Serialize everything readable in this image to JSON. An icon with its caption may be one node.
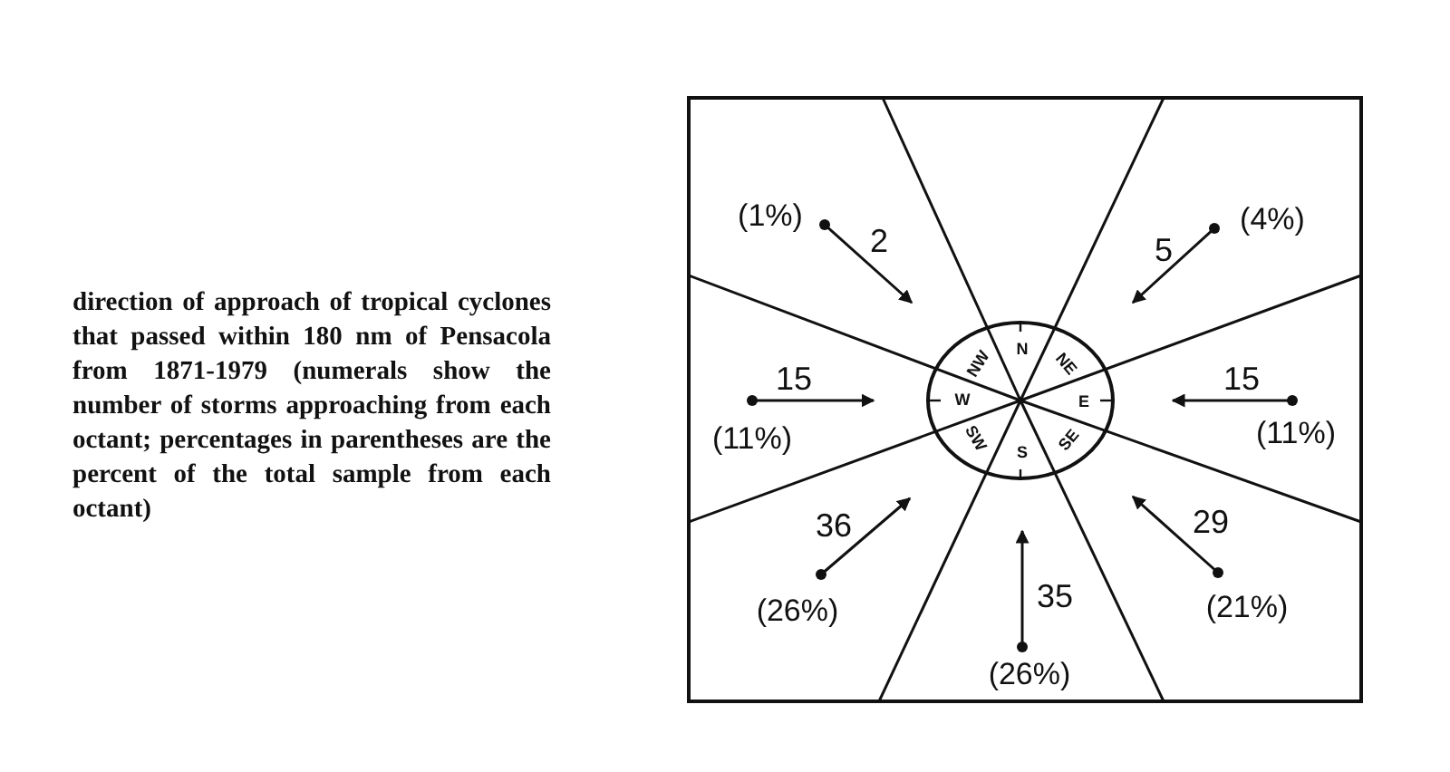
{
  "diagram": {
    "caption": "direction of approach of tropical cyclones that passed within 180 nm of Pensacola from 1871-1979 (numerals show the number of storms approaching from each octant; percentages in parentheses are the percent of the total sample from each octant)",
    "labels": [
      "(1%)",
      "2",
      "5",
      "(4%)",
      "NW",
      "N",
      "NE",
      "15",
      "W",
      "E",
      "15",
      "(11%)",
      "SW",
      "S",
      "SE",
      "(11%)",
      "36",
      "29",
      "35",
      "(26%)",
      "(21%)",
      "(26%)"
    ]
  }
}
